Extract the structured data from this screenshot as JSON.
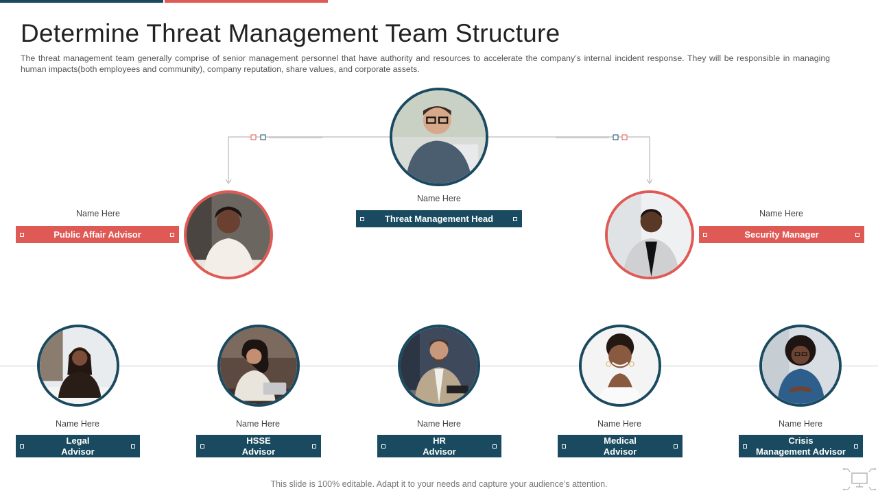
{
  "title": "Determine Threat Management Team Structure",
  "description": "The threat management team generally comprise of senior management personnel that have authority and resources to accelerate the company’s internal incident response. They will be responsible in managing human impacts(both employees and community), company reputation, share values, and corporate assets.",
  "colors": {
    "navy": "#1a4a60",
    "red": "#e05a55"
  },
  "head": {
    "name": "Name Here",
    "role": "Threat Management Head"
  },
  "level2": [
    {
      "name": "Name Here",
      "role": "Public Affair Advisor"
    },
    {
      "name": "Name Here",
      "role": "Security Manager"
    }
  ],
  "level3": [
    {
      "name": "Name Here",
      "role_line1": "Legal",
      "role_line2": "Advisor"
    },
    {
      "name": "Name Here",
      "role_line1": "HSSE",
      "role_line2": "Advisor"
    },
    {
      "name": "Name Here",
      "role_line1": "HR",
      "role_line2": "Advisor"
    },
    {
      "name": "Name Here",
      "role_line1": "Medical",
      "role_line2": "Advisor"
    },
    {
      "name": "Name Here",
      "role_line1": "Crisis",
      "role_line2": "Management Advisor"
    }
  ],
  "footer": "This slide is 100% editable. Adapt it to your needs and capture your audience’s attention.",
  "icons": [
    "person-photo-icon",
    "presentation-screen-icon"
  ]
}
